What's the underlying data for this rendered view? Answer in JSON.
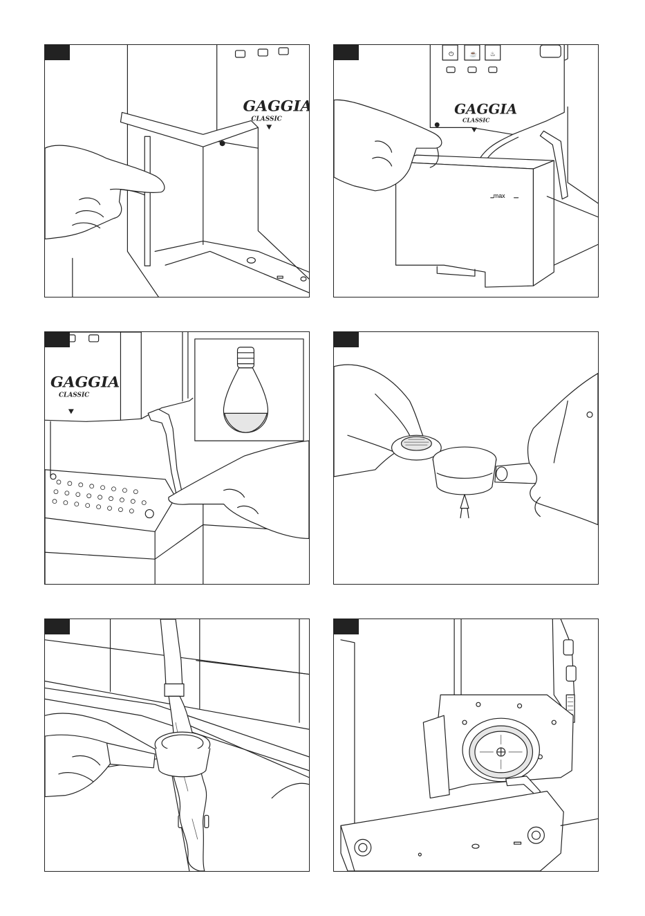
{
  "brand": {
    "logo_main": "GAGGIA",
    "logo_sub": "CLASSIC"
  },
  "tank": {
    "max_label": "max"
  },
  "icons": [
    "power-icon",
    "cup-icon",
    "steam-icon"
  ]
}
